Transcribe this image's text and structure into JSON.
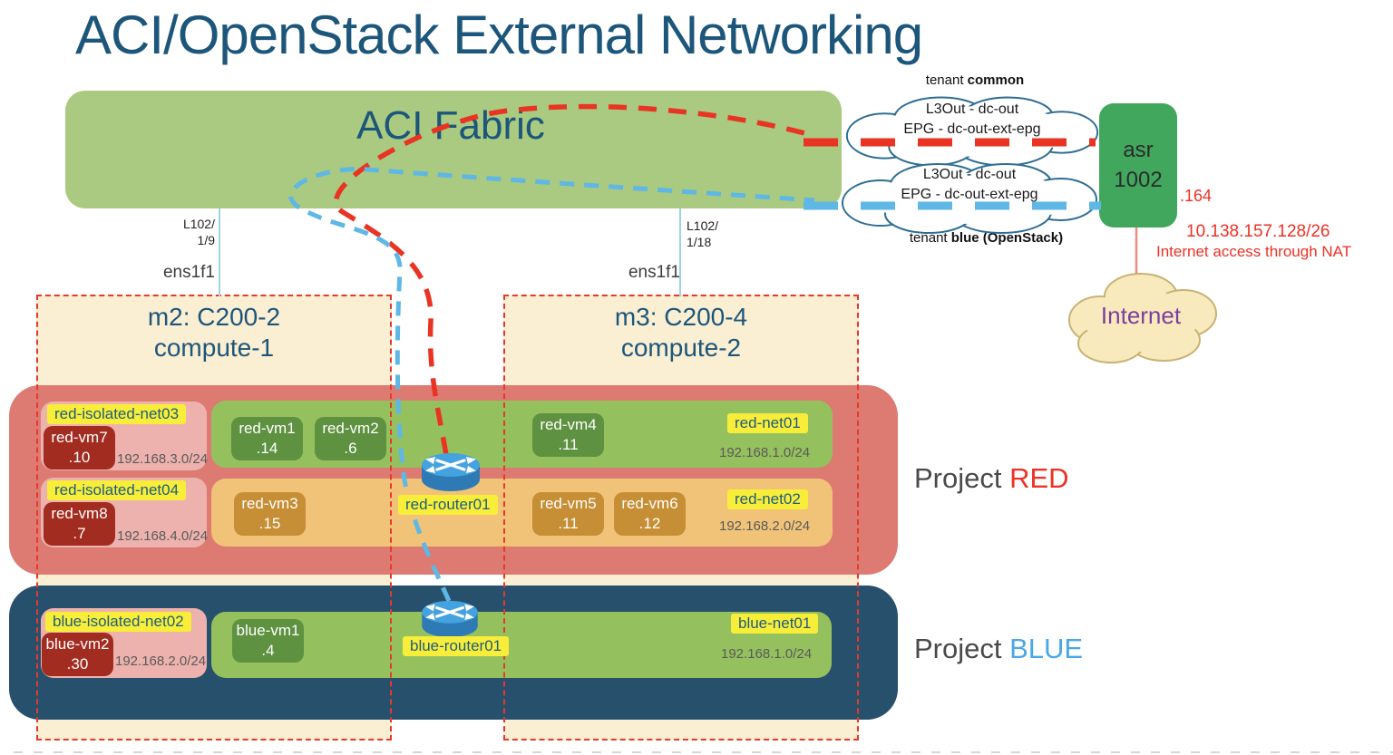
{
  "title": "ACI/OpenStack External Networking",
  "fabric": {
    "label": "ACI Fabric"
  },
  "uplinks": [
    {
      "port_line1": "L102/",
      "port_line2": "1/9",
      "nic": "ens1f1"
    },
    {
      "port_line1": "L102/",
      "port_line2": "1/18",
      "nic": "ens1f1"
    }
  ],
  "tenant_common": {
    "prefix": "tenant ",
    "name": "common"
  },
  "tenant_blue": {
    "prefix": "tenant ",
    "name": "blue (OpenStack)"
  },
  "clouds": {
    "common": {
      "line1": "L3Out - dc-out",
      "line2": "EPG - dc-out-ext-epg"
    },
    "blue": {
      "line1": "L3Out - dc-out",
      "line2": "EPG - dc-out-ext-epg"
    }
  },
  "asr": {
    "line1": "asr",
    "line2": "1002",
    "ip_suffix": ".164",
    "subnet": "10.138.157.128/26",
    "note": "Internet access through NAT"
  },
  "internet": {
    "label": "Internet"
  },
  "computes": [
    {
      "model": "m2: C200-2",
      "role": "compute-1"
    },
    {
      "model": "m3: C200-4",
      "role": "compute-2"
    }
  ],
  "project_red": {
    "prefix": "Project ",
    "name": "RED",
    "isolated": [
      {
        "net": "red-isolated-net03",
        "vm": "red-vm7",
        "ip": ".10",
        "subnet": "192.168.3.0/24"
      },
      {
        "net": "red-isolated-net04",
        "vm": "red-vm8",
        "ip": ".7",
        "subnet": "192.168.4.0/24"
      }
    ],
    "net01": {
      "name": "red-net01",
      "subnet": "192.168.1.0/24",
      "vms": [
        {
          "name": "red-vm1",
          "ip": ".14"
        },
        {
          "name": "red-vm2",
          "ip": ".6"
        },
        {
          "name": "red-vm4",
          "ip": ".11"
        }
      ]
    },
    "net02": {
      "name": "red-net02",
      "subnet": "192.168.2.0/24",
      "vms": [
        {
          "name": "red-vm3",
          "ip": ".15"
        },
        {
          "name": "red-vm5",
          "ip": ".11"
        },
        {
          "name": "red-vm6",
          "ip": ".12"
        }
      ]
    },
    "router": "red-router01"
  },
  "project_blue": {
    "prefix": "Project ",
    "name": "BLUE",
    "isolated": [
      {
        "net": "blue-isolated-net02",
        "vm": "blue-vm2",
        "ip": ".30",
        "subnet": "192.168.2.0/24"
      }
    ],
    "net01": {
      "name": "blue-net01",
      "subnet": "192.168.1.0/24",
      "vms": [
        {
          "name": "blue-vm1",
          "ip": ".4"
        }
      ]
    },
    "router": "blue-router01"
  },
  "colors": {
    "title_teal": "#1d567b",
    "fabric_green": "#a9ca80",
    "asr_green": "#41a75d",
    "project_red_band": "#dd7b72",
    "project_blue_band": "#27506c",
    "net_green": "#95c05e",
    "net_orange": "#f0c379",
    "isolated_pink": "#edb2ad",
    "vm_dark_red": "#a32c20",
    "vm_dark_green": "#5e9140",
    "vm_dark_orange": "#c68e35",
    "highlight_yellow": "#f8ee39",
    "dash_red": "#e93323",
    "dash_blue": "#5fb7e5",
    "annotation_red": "#ee3124",
    "internet_purple": "#7b3fa0",
    "compute_cream": "#faeed3"
  }
}
